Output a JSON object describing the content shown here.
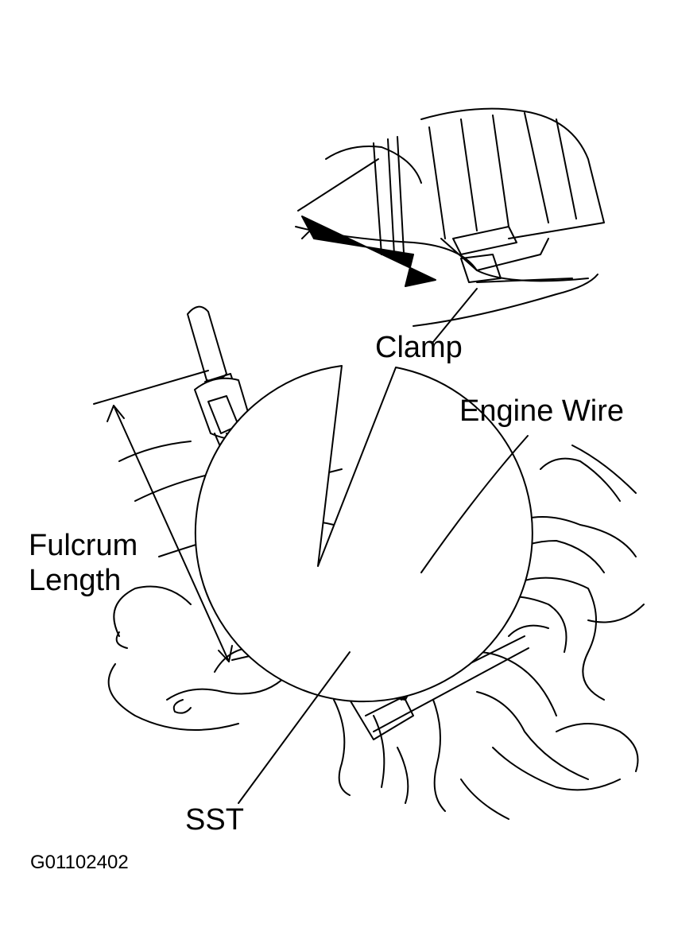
{
  "labels": {
    "clamp": "Clamp",
    "engine_wire": "Engine Wire",
    "fulcrum_line1": "Fulcrum",
    "fulcrum_line2": "Length",
    "sst": "SST",
    "figure_code": "G01102402"
  },
  "colors": {
    "ink": "#000000",
    "paper": "#ffffff"
  }
}
